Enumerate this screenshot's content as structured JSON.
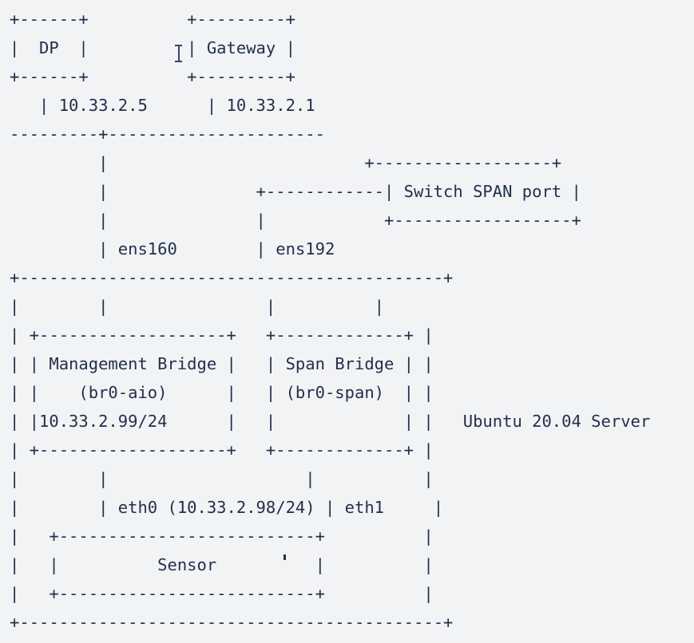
{
  "diagram": {
    "title": "Network topology ASCII diagram",
    "colors": {
      "background": "#f2f3f5",
      "text": "#232f4b",
      "caret": "#3a4460"
    },
    "nodes": {
      "dp": {
        "label": "DP",
        "ip": "10.33.2.5",
        "box_top": "+------+",
        "box_mid": "|  DP  |",
        "box_bottom": "+------+"
      },
      "gateway": {
        "label": "Gateway",
        "ip": "10.33.2.1",
        "box_top": "+---------+",
        "box_mid": "| Gateway |",
        "box_bottom": "+---------+"
      },
      "switch_span_port": {
        "label": "Switch SPAN port",
        "box_top": "+------------------+",
        "box_mid": "| Switch SPAN port |",
        "box_bottom": "+------------------+"
      },
      "server": {
        "label": "Ubuntu 20.04 Server",
        "interfaces": [
          "ens160",
          "ens192"
        ]
      },
      "management_bridge": {
        "label": "Management Bridge",
        "device": "(br0-aio)",
        "ip": "10.33.2.99/24"
      },
      "span_bridge": {
        "label": "Span Bridge",
        "device": "(br0-span)",
        "ip": ""
      },
      "sensor": {
        "label": "Sensor",
        "eth0": "eth0 (10.33.2.98/24)",
        "eth1": "eth1"
      }
    },
    "ascii_lines": [
      "+------+          +---------+",
      "|  DP  |          | Gateway |",
      "+------+          +---------+",
      "   | 10.33.2.5      | 10.33.2.1",
      "---------+----------------------",
      "         |                          +------------------+",
      "         |               +------------| Switch SPAN port |",
      "         |               |            +------------------+",
      "         | ens160        | ens192",
      "+-------------------------------------------+",
      "|        |                |          |",
      "| +-------------------+   +-------------+ |",
      "| | Management Bridge |   | Span Bridge | |",
      "| |    (br0-aio)      |   | (br0-span)  | |",
      "| |10.33.2.99/24      |   |             | |   Ubuntu 20.04 Server",
      "| +-------------------+   +-------------+ |",
      "|        |                    |           |",
      "|        | eth0 (10.33.2.98/24) | eth1     |",
      "|   +--------------------------+          |",
      "|   |          Sensor          |          |",
      "|   +--------------------------+          |",
      "+-------------------------------------------+"
    ]
  }
}
